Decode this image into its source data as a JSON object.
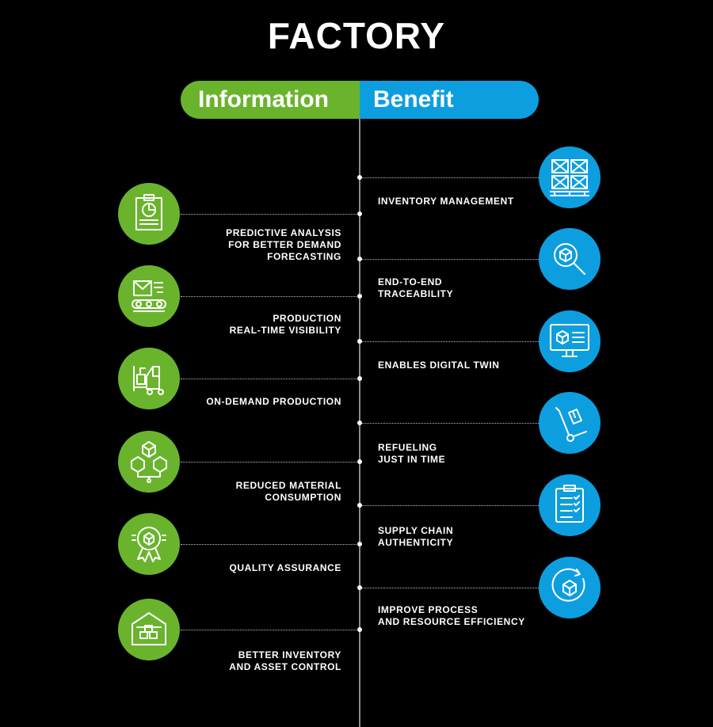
{
  "title": "FACTORY",
  "header": {
    "left_label": "Information",
    "right_label": "Benefit",
    "left_color": "#6ab42d",
    "right_color": "#0d9ee0"
  },
  "colors": {
    "green": "#6ab42d",
    "blue": "#0d9ee0"
  },
  "information": [
    {
      "lines": [
        "PREDICTIVE ANALYSIS",
        "FOR BETTER DEMAND",
        "FORECASTING"
      ],
      "icon": "report-clipboard-icon"
    },
    {
      "lines": [
        "PRODUCTION",
        "REAL-TIME VISIBILITY"
      ],
      "icon": "conveyor-belt-icon"
    },
    {
      "lines": [
        "ON-DEMAND PRODUCTION"
      ],
      "icon": "forklift-icon"
    },
    {
      "lines": [
        "REDUCED MATERIAL",
        "CONSUMPTION"
      ],
      "icon": "box-network-icon"
    },
    {
      "lines": [
        "QUALITY ASSURANCE"
      ],
      "icon": "quality-badge-icon"
    },
    {
      "lines": [
        "BETTER INVENTORY",
        "AND ASSET CONTROL"
      ],
      "icon": "warehouse-icon"
    }
  ],
  "benefits": [
    {
      "lines": [
        "INVENTORY MANAGEMENT"
      ],
      "icon": "pallet-boxes-icon"
    },
    {
      "lines": [
        "END-TO-END",
        "TRACEABILITY"
      ],
      "icon": "magnifier-box-icon"
    },
    {
      "lines": [
        "ENABLES DIGITAL TWIN"
      ],
      "icon": "monitor-box-icon"
    },
    {
      "lines": [
        "REFUELING",
        "JUST IN TIME"
      ],
      "icon": "hand-truck-icon"
    },
    {
      "lines": [
        "SUPPLY CHAIN",
        "AUTHENTICITY"
      ],
      "icon": "checklist-icon"
    },
    {
      "lines": [
        "IMPROVE PROCESS",
        "AND RESOURCE EFFICIENCY"
      ],
      "icon": "cycle-box-icon"
    }
  ]
}
